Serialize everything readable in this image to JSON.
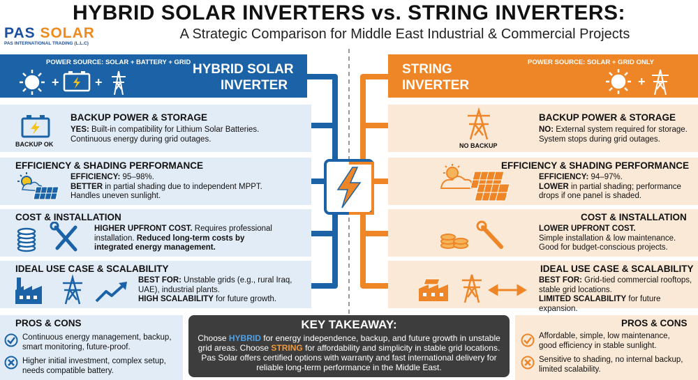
{
  "header": {
    "title": "HYBRID SOLAR INVERTERS vs. STRING INVERTERS:",
    "subtitle": "A Strategic Comparison for Middle East Industrial & Commercial Projects",
    "logo_main_a": "PAS ",
    "logo_main_b": "SOLAR",
    "logo_sub": "PAS INTERNATIONAL TRADING (L.L.C)"
  },
  "hybrid": {
    "power_source": "POWER SOURCE: SOLAR + BATTERY + GRID",
    "title_line1": "HYBRID SOLAR",
    "title_line2": "INVERTER",
    "backup": {
      "heading": "BACKUP POWER & STORAGE",
      "lead": "YES:",
      "text1": " Built-in compatibility for Lithium Solar Batteries.",
      "text2": "Continuous energy during grid outages.",
      "icon_caption": "BACKUP OK"
    },
    "efficiency": {
      "heading": "EFFICIENCY & SHADING PERFORMANCE",
      "lead": "EFFICIENCY:",
      "text1": " 95–98%.",
      "lead2": "BETTER",
      "text2": " in partial shading due to independent MPPT.",
      "text3": "Handles uneven sunlight."
    },
    "cost": {
      "heading": "COST & INSTALLATION",
      "lead": "HIGHER UPFRONT COST.",
      "text1": " Requires professional",
      "text2": "installation. ",
      "bold2": "Reduced long-term costs by",
      "bold3": "integrated energy management."
    },
    "use": {
      "heading": "IDEAL USE CASE & SCALABILITY",
      "lead": "BEST FOR:",
      "text1": " Unstable grids (e.g., rural Iraq,",
      "text2": "UAE), industrial plants.",
      "lead2": "HIGH SCALABILITY",
      "text3": " for future growth."
    },
    "pros_cons": {
      "heading": "PROS & CONS",
      "pro1": "Continuous energy management, backup,",
      "pro2": "smart monitoring, future-proof.",
      "con1": "Higher initial investment, complex setup,",
      "con2": "needs compatible battery."
    }
  },
  "string": {
    "power_source": "POWER SOURCE: SOLAR + GRID ONLY",
    "title_line1": "STRING",
    "title_line2": "INVERTER",
    "backup": {
      "heading": "BACKUP POWER & STORAGE",
      "lead": "NO:",
      "text1": " External system required for storage.",
      "text2": "System stops during grid outages.",
      "icon_caption": "NO BACKUP"
    },
    "efficiency": {
      "heading": "EFFICIENCY & SHADING PERFORMANCE",
      "lead": "EFFICIENCY:",
      "text1": " 94–97%.",
      "lead2": "LOWER",
      "text2": " in partial shading; performance",
      "text3": "drops if one panel is shaded."
    },
    "cost": {
      "heading": "COST & INSTALLATION",
      "lead": "LOWER UPFRONT COST.",
      "text1": "Simple installation & low maintenance.",
      "text2": "Good for budget-conscious projects."
    },
    "use": {
      "heading": "IDEAL USE CASE & SCALABILITY",
      "lead": "BEST FOR:",
      "text1": " Grid-tied commercial rooftops,",
      "text2": "stable grid locations.",
      "lead2": "LIMITED SCALABILITY",
      "text3": " for future expansion."
    },
    "pros_cons": {
      "heading": "PROS & CONS",
      "pro1": "Affordable, simple, low maintenance,",
      "pro2": "good efficiency in stable sunlight.",
      "con1": "Sensitive to shading, no internal backup,",
      "con2": "limited scalability."
    }
  },
  "takeaway": {
    "heading": "KEY TAKEAWAY:",
    "p1a": "Choose ",
    "p1b": "HYBRID",
    "p1c": " for energy independence, backup, and future growth in unstable",
    "p2a": "grid areas. Choose ",
    "p2b": "STRING",
    "p2c": " for affordability and simplicity in stable grid locations.",
    "p3": "Pas Solar offers certified options with warranty and fast international delivery for",
    "p4": "reliable long-term performance in the Middle East."
  },
  "colors": {
    "hybrid_blue": "#1b63a6",
    "string_orange": "#ee8526",
    "hybrid_bg": "#e2ecf6",
    "string_bg": "#fbe9d7",
    "takeaway_bg": "#3d3d3d"
  },
  "icons": [
    "sun-icon",
    "battery-icon",
    "tower-icon",
    "factory-icon",
    "solar-panel-icon",
    "coins-icon",
    "tools-icon",
    "chart-arrow-icon",
    "lightning-icon",
    "check-icon",
    "cross-icon"
  ]
}
